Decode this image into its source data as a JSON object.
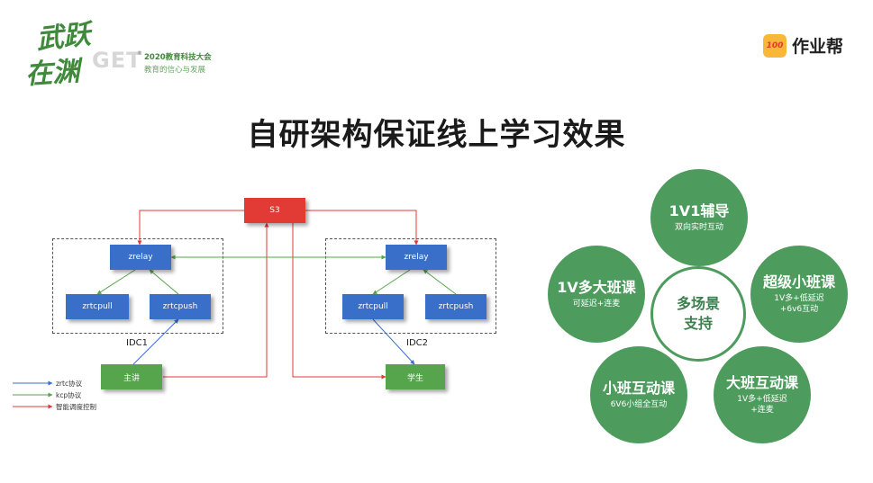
{
  "logo": {
    "calligraphy_line1": "武跃",
    "calligraphy_line2": "在渊",
    "get": "GET",
    "superscript": "®",
    "line1": "2020教育科技大会",
    "line2": "教育的信心与发展"
  },
  "brand": {
    "badge": "100",
    "name": "作业帮"
  },
  "title": "自研架构保证线上学习效果",
  "diagram": {
    "nodes": {
      "s3": "S3",
      "zrelay_left": "zrelay",
      "zrelay_right": "zrelay",
      "zrtcpull_left": "zrtcpull",
      "zrtcpush_left": "zrtcpush",
      "zrtcpull_right": "zrtcpull",
      "zrtcpush_right": "zrtcpush",
      "teacher": "主讲",
      "student": "学生"
    },
    "idc_labels": {
      "left": "IDC1",
      "right": "IDC2"
    },
    "legend": [
      {
        "label": "zrtc协议",
        "color": "#3a6fc9"
      },
      {
        "label": "kcp协议",
        "color": "#56a44b"
      },
      {
        "label": "智能调度控制",
        "color": "#e23a35"
      }
    ]
  },
  "scenarios": {
    "center": "多场景\n支持",
    "items": [
      {
        "title": "1V1辅导",
        "subtitle": "双向实时互动"
      },
      {
        "title": "1V多大班课",
        "subtitle": "可延迟+连麦"
      },
      {
        "title": "超级小班课",
        "subtitle": "1V多+低延迟\n+6v6互动"
      },
      {
        "title": "小班互动课",
        "subtitle": "6V6小组全互动"
      },
      {
        "title": "大班互动课",
        "subtitle": "1V多+低延迟\n+连麦"
      }
    ]
  },
  "colors": {
    "accent_green": "#4e9b5e",
    "node_blue": "#3a6fc9",
    "node_red": "#e23a35",
    "node_green": "#56a44b"
  }
}
